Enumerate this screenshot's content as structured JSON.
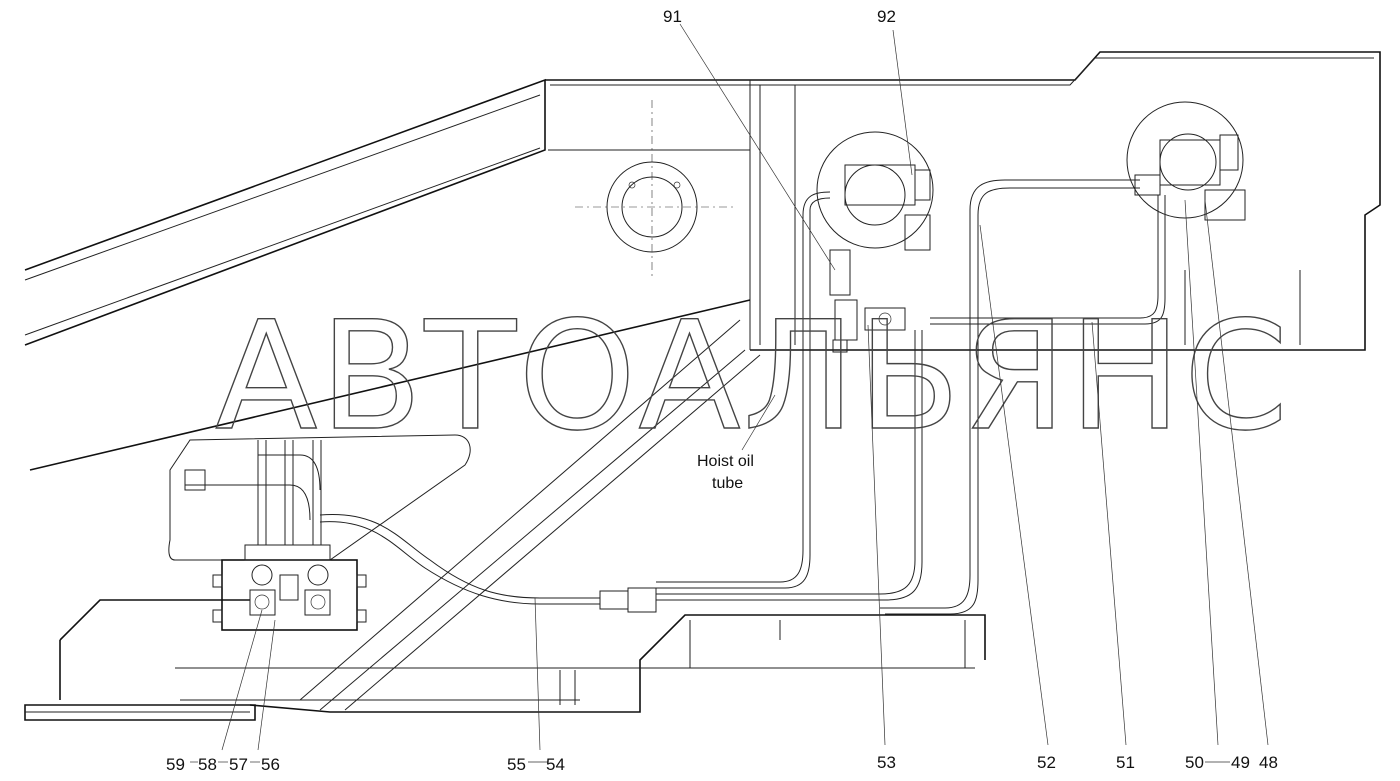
{
  "diagram": {
    "callouts": {
      "c91": "91",
      "c92": "92",
      "c59": "59",
      "c58": "58",
      "c57": "57",
      "c56": "56",
      "c55": "55",
      "c54": "54",
      "c53": "53",
      "c52": "52",
      "c51": "51",
      "c50": "50",
      "c49": "49",
      "c48": "48"
    },
    "note_line1": "Hoist  oil",
    "note_line2": "tube",
    "watermark": "АВТОАЛЬЯНС"
  }
}
